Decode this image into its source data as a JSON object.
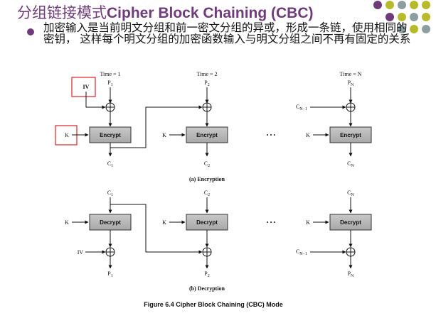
{
  "title": {
    "cn": "分组链接模式",
    "en": "Cipher Block Chaining (CBC)"
  },
  "bullet_text": "加密输入是当前明文分组和前一密文分组的异或，形成一条链，使用相同的密钥，  这样每个明文分组的加密函数输入与明文分组之间不再有固定的关系",
  "colors": {
    "purple": "#6f3b7a",
    "olive": "#b8ba2c",
    "gray": "#8c9ea0",
    "highlight_box": "#d9232a"
  },
  "diagram": {
    "time_labels": [
      "Time = 1",
      "Time = 2",
      "Time = N"
    ],
    "encryption": {
      "inputs": [
        "P",
        "P",
        "P"
      ],
      "input_subs": [
        "1",
        "2",
        "N"
      ],
      "iv": "IV",
      "key": "K",
      "block": "Encrypt",
      "outputs": [
        "C",
        "C",
        "C"
      ],
      "output_subs": [
        "1",
        "2",
        "N"
      ],
      "chain_in": "C",
      "chain_in_sub": "N−1",
      "caption": "(a) Encryption"
    },
    "decryption": {
      "inputs": [
        "C",
        "C",
        "C"
      ],
      "input_subs": [
        "1",
        "2",
        "N"
      ],
      "iv": "IV",
      "key": "K",
      "block": "Decrypt",
      "outputs": [
        "P",
        "P",
        "P"
      ],
      "output_subs": [
        "1",
        "2",
        "N"
      ],
      "chain_in": "C",
      "chain_in_sub": "N−1",
      "caption": "(b) Decryption"
    },
    "ellipsis": "• • •",
    "figure_caption": "Figure 6.4  Cipher Block Chaining (CBC) Mode"
  }
}
